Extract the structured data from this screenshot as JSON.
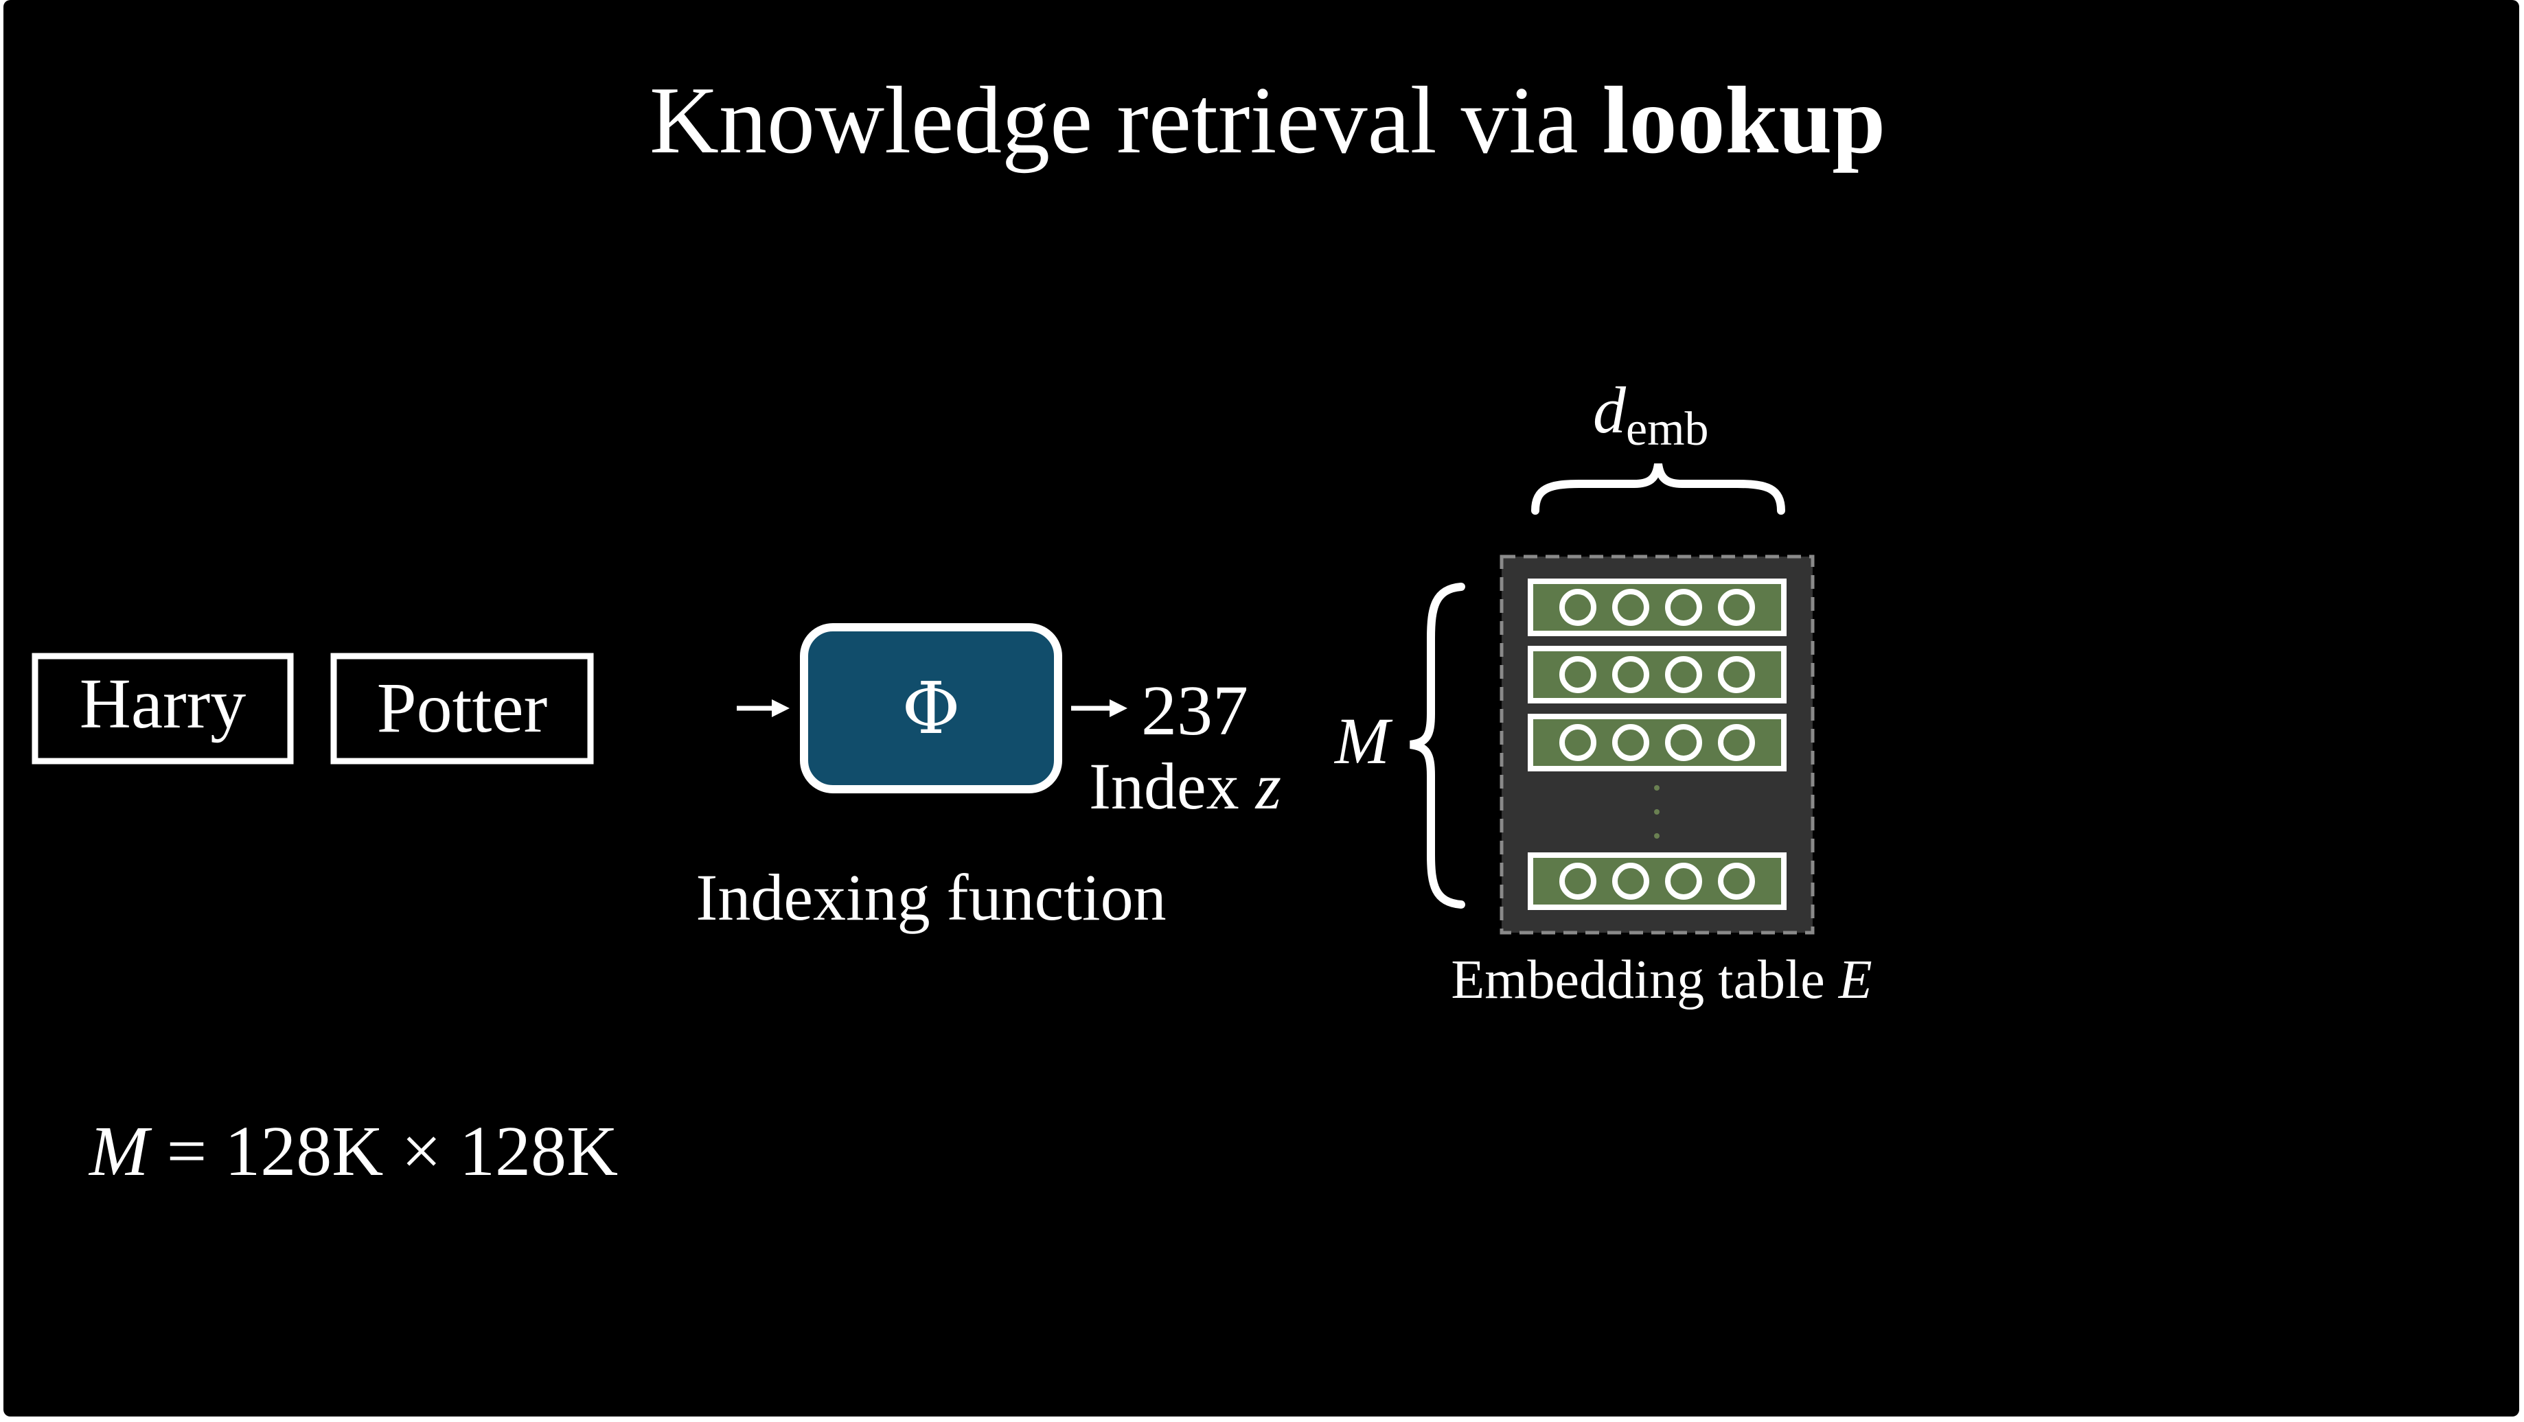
{
  "slide": {
    "title_regular": "Knowledge retrieval via ",
    "title_bold": "lookup",
    "tokens": [
      "Harry",
      "Potter"
    ],
    "phi_symbol": "Φ",
    "indexing_label": "Indexing function",
    "index_value": "237",
    "index_label": "Index ",
    "index_var": "z",
    "rows_symbol": "M",
    "emb_dim_main": "d",
    "emb_dim_sub": "emb",
    "table_label": "Embedding table ",
    "table_var": "E",
    "equation_var": "M",
    "equation_rhs": " = 128K × 128K"
  },
  "colors": {
    "background": "#000000",
    "foreground": "#ffffff",
    "phi_box": "#114d6b",
    "table_fill": "#333333",
    "table_border": "#8a8a8a",
    "row_fill": "#5e7a4a"
  },
  "icons": {
    "arrows": "right-arrow-icon",
    "brace_vertical": "left-brace-icon",
    "brace_horizontal": "top-brace-icon"
  }
}
